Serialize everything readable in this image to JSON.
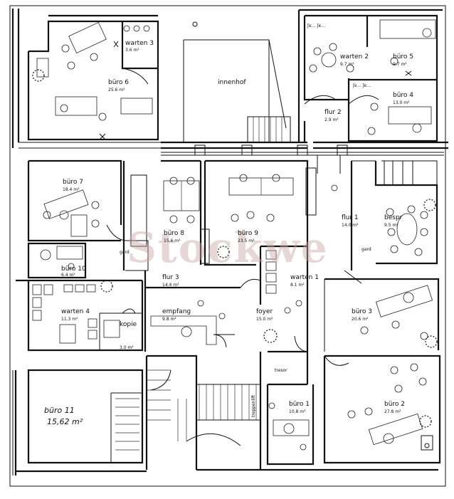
{
  "rooms": {
    "warten3": {
      "name": "warten 3",
      "area": "3.6 m²"
    },
    "buero6": {
      "name": "büro 6",
      "area": "25.6 m²"
    },
    "innenhof": {
      "name": "innenhof"
    },
    "warten2": {
      "name": "warten 2",
      "area": "9.7 m²"
    },
    "buero5": {
      "name": "büro 5",
      "area": "9.7 m²"
    },
    "buero4": {
      "name": "büro 4",
      "area": "13.0 m²"
    },
    "flur2": {
      "name": "flur 2",
      "area": "2.9 m²"
    },
    "buero7": {
      "name": "büro 7",
      "area": "18.4 m²"
    },
    "buero8": {
      "name": "büro 8",
      "area": "15.6 m²"
    },
    "buero9": {
      "name": "büro 9",
      "area": "23.5 m²"
    },
    "flur1": {
      "name": "flur 1",
      "area": "14.0 m²"
    },
    "bespr": {
      "name": "bespr",
      "area": "9.5 m²"
    },
    "buero10": {
      "name": "büro 10",
      "area": "6.4 m²"
    },
    "flur3": {
      "name": "flur 3",
      "area": "14.4 m²"
    },
    "warten1": {
      "name": "warten 1",
      "area": "8.1 m²"
    },
    "warten4": {
      "name": "warten 4",
      "area": "11.3 m²"
    },
    "empfang": {
      "name": "empfang",
      "area": "9.8 m²"
    },
    "foyer": {
      "name": "foyer",
      "area": "15.0 m²"
    },
    "buero3": {
      "name": "büro 3",
      "area": "20.6 m²"
    },
    "kopie": {
      "name": "kopie",
      "area": "3.0 m²"
    },
    "buero11": {
      "name": "büro 11",
      "area": "15,62 m²"
    },
    "buero1": {
      "name": "büro 1",
      "area": "10.8 m²"
    },
    "buero2": {
      "name": "büro 2",
      "area": "27.8 m²"
    }
  },
  "annotations": {
    "gard_left": "gard",
    "gard_right": "gard",
    "tresor": "tresor",
    "treppenlift": "treppenlift"
  },
  "watermark": "Stockwe"
}
